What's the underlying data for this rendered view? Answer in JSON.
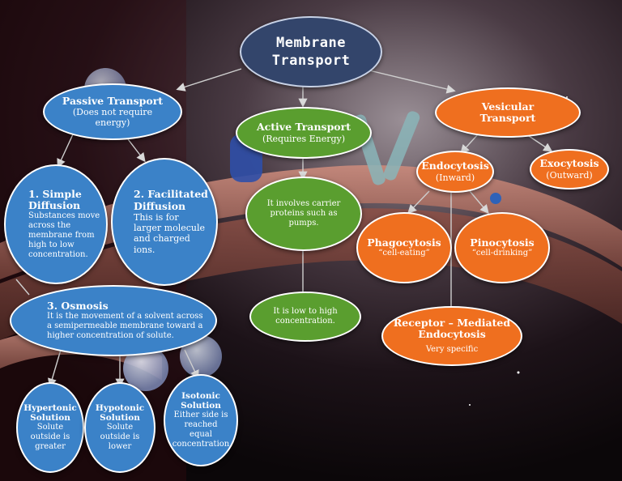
{
  "colors": {
    "passive": "#3b82c8",
    "active": "#5a9e2f",
    "vesicular": "#ef6f1f",
    "root": "#33456b"
  },
  "root": {
    "title_line1": "Membrane",
    "title_line2": "Transport"
  },
  "passive": {
    "title": "Passive Transport",
    "note_line1": "(Does not require",
    "note_line2": "energy)",
    "simple": {
      "title_line1": "1. Simple",
      "title_line2": "Diffusion",
      "desc": [
        "Substances move",
        "across the",
        "membrane from",
        "high to low",
        "concentration."
      ]
    },
    "facilitated": {
      "title_line1": "2.  Facilitated",
      "title_line2": "Diffusion",
      "desc": [
        "This is for",
        "larger molecule",
        "and charged",
        "ions."
      ]
    },
    "osmosis": {
      "title": "3. Osmosis",
      "desc": [
        "It is the movement of a solvent across",
        "a semipermeable membrane toward a",
        "higher concentration of solute."
      ]
    },
    "hypertonic": {
      "title_line1": "Hypertonic",
      "title_line2": "Solution",
      "desc": [
        "Solute",
        "outside is",
        "greater"
      ]
    },
    "hypotonic": {
      "title_line1": "Hypotonic",
      "title_line2": "Solution",
      "desc": [
        "Solute",
        "outside is",
        "lower"
      ]
    },
    "isotonic": {
      "title_line1": "Isotonic",
      "title_line2": "Solution",
      "desc": [
        "Either side is",
        "reached",
        "equal",
        "concentration"
      ]
    }
  },
  "active": {
    "title": "Active Transport",
    "note": "(Requires Energy)",
    "carrier": [
      "It involves carrier",
      "proteins such as",
      "pumps."
    ],
    "gradient": [
      "It is low to high",
      "concentration."
    ]
  },
  "vesicular": {
    "title_line1": "Vesicular",
    "title_line2": "Transport",
    "endocytosis": {
      "title": "Endocytosis",
      "note": "(Inward)"
    },
    "exocytosis": {
      "title": "Exocytosis",
      "note": "(Outward)"
    },
    "phagocytosis": {
      "title": "Phagocytosis",
      "note": "“cell-eating”"
    },
    "pinocytosis": {
      "title": "Pinocytosis",
      "note": "“cell-drinking”"
    },
    "receptor": {
      "title_line1": "Receptor – Mediated",
      "title_line2": "Endocytosis",
      "note": "Very specific"
    }
  }
}
